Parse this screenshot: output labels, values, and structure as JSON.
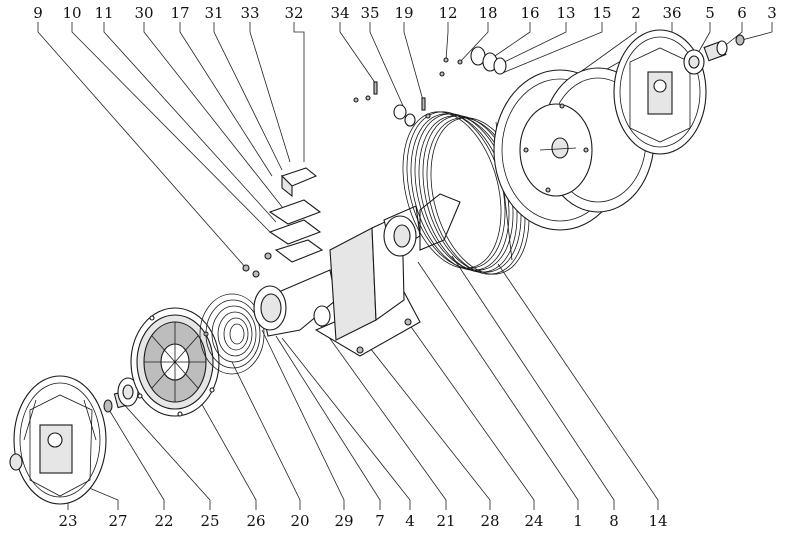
{
  "top_labels": [
    "9",
    "10",
    "11",
    "30",
    "17",
    "31",
    "33",
    "32",
    "34",
    "35",
    "19",
    "12",
    "18",
    "16",
    "13",
    "15",
    "2",
    "36",
    "5",
    "6",
    "3"
  ],
  "bottom_labels": [
    "23",
    "27",
    "22",
    "25",
    "26",
    "20",
    "29",
    "7",
    "4",
    "21",
    "28",
    "24",
    "1",
    "8",
    "14"
  ]
}
